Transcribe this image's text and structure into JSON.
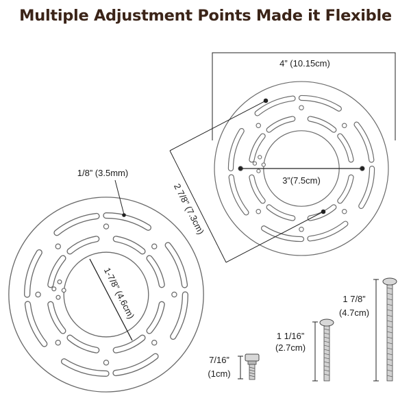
{
  "title": "Multiple Adjustment Points Made it Flexible",
  "colors": {
    "title": "#3b2418",
    "plate_fill": "#ffffff",
    "plate_stroke": "#6a6a6a",
    "dimension_line": "#222222"
  },
  "labels": {
    "width_4in": "4” (10.15cm)",
    "hole_spacing_3in": "3”(7.5cm)",
    "diag_2_7_8": "2 7/8” (7.3cm)",
    "hole_1_8": "1/8” (3.5mm)",
    "inner_1_7_8": "1-7/8” (4.6cm)",
    "screw_small_in": "7/16”",
    "screw_small_cm": "(1cm)",
    "screw_mid_in": "1 1/16”",
    "screw_mid_cm": "(2.7cm)",
    "screw_long_in": "1 7/8”",
    "screw_long_cm": "(4.7cm)"
  }
}
